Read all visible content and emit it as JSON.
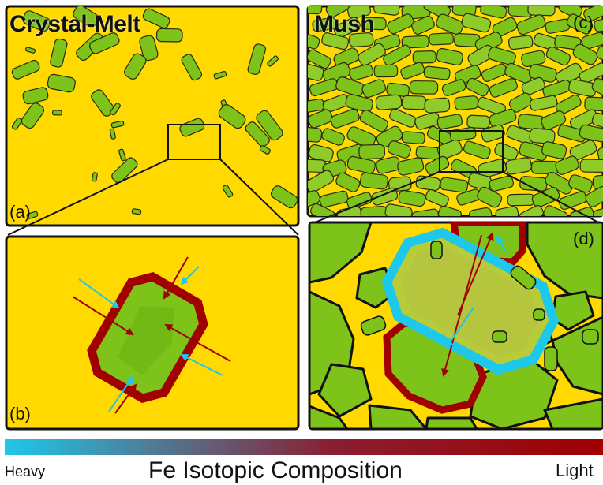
{
  "panels": {
    "a": {
      "title": "Crystal-Melt",
      "label": "(a)"
    },
    "b": {
      "label": "(b)"
    },
    "c": {
      "title": "Mush",
      "label": "(c)"
    },
    "d": {
      "label": "(d)"
    }
  },
  "legend": {
    "left_label": "Heavy",
    "center_label": "Fe Isotopic Composition",
    "right_label": "Light",
    "gradient_colors": [
      "#1ec8ea",
      "#8a1e1e",
      "#a00000"
    ]
  },
  "colors": {
    "melt": "#ffd900",
    "crystal": "#7dc319",
    "crystal_dark": "#5a9a10",
    "outline": "#1a1a1a",
    "heavy_rim": "#1ec8ea",
    "light_rim": "#a00000"
  }
}
